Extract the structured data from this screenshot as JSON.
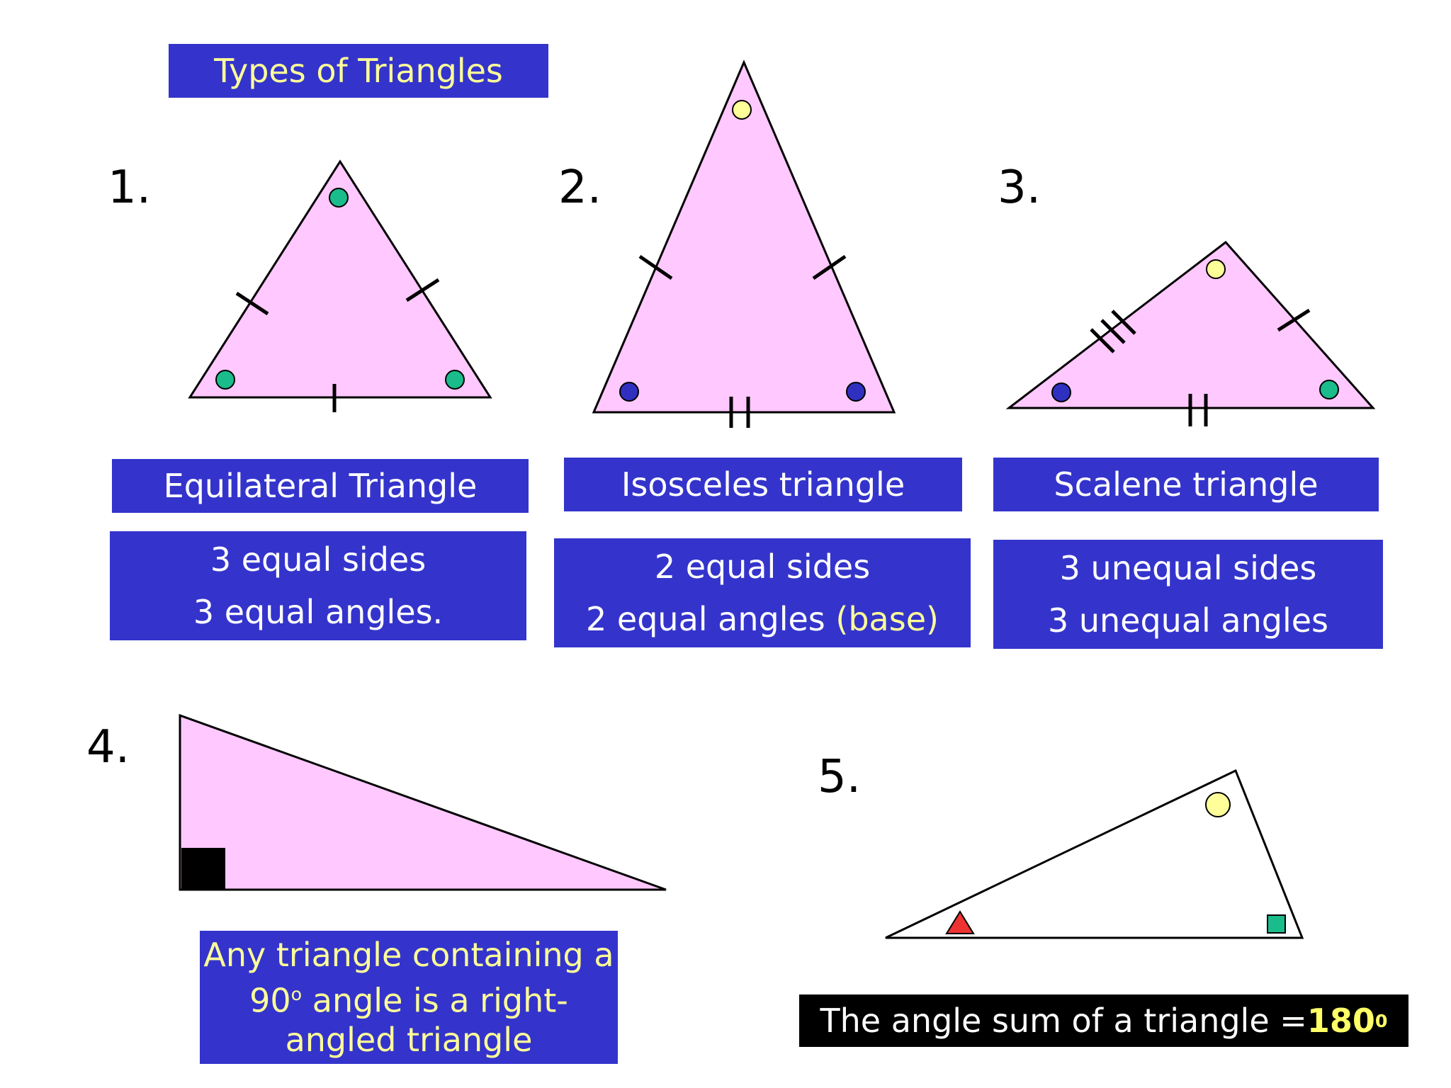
{
  "title": "Types of Triangles",
  "items": [
    {
      "number": "1.",
      "name": "Equilateral Triangle",
      "line1": "3 equal sides",
      "line2": "3  equal angles."
    },
    {
      "number": "2.",
      "name": "Isosceles triangle",
      "line1": "2 equal sides",
      "line2_prefix": "2 equal angles ",
      "line2_highlight": "(base)"
    },
    {
      "number": "3.",
      "name": "Scalene triangle",
      "line1": "3 unequal sides",
      "line2": "3 unequal angles"
    },
    {
      "number": "4.",
      "line1": "Any triangle containing a",
      "line2_prefix": "90",
      "line2_sup": "o",
      "line2_suffix": " angle is a right-",
      "line3": "angled triangle"
    },
    {
      "number": "5.",
      "sum_text": "The angle sum of a triangle = ",
      "sum_value": "180",
      "sum_sup": "0"
    }
  ],
  "colors": {
    "box_blue": "#3434CC",
    "triangle_pink": "#FFC8FF",
    "title_text": "#FFFF99",
    "green_mark": "#1ABC8C",
    "blue_mark": "#3030C0",
    "yellow_mark": "#FFFF99",
    "red_mark": "#EE3333"
  },
  "icons": {
    "angle_markers": [
      "green-dot-icon",
      "blue-dot-icon",
      "yellow-dot-icon"
    ],
    "right_angle": "black-square-icon",
    "sum_markers": [
      "red-triangle-icon",
      "yellow-circle-icon",
      "green-square-icon"
    ]
  }
}
